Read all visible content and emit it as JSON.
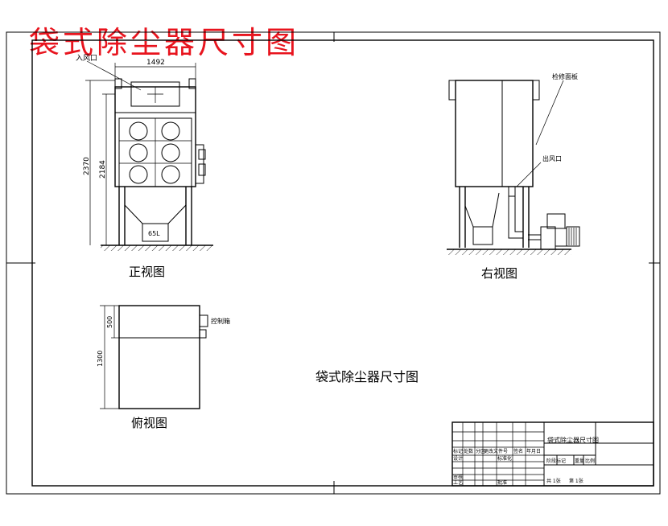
{
  "drawing": {
    "title_red": "袋式除尘器尺寸图",
    "center_title": "袋式除尘器尺寸图",
    "colors": {
      "title_red": "#e8141e",
      "line": "#000000",
      "background": "#ffffff"
    }
  },
  "front_view": {
    "caption": "正视图",
    "inlet_label": "入风口",
    "dim_width": "1492",
    "dim_total_height": "2370",
    "dim_body_height": "2184",
    "hopper_label": "65L"
  },
  "right_view": {
    "caption": "右视图",
    "panel_label": "检修面板",
    "outlet_label": "出风口"
  },
  "top_view": {
    "caption": "俯视图",
    "dim_small": "500",
    "dim_depth": "1300",
    "control_label": "控制箱"
  },
  "title_block": {
    "drawing_name": "袋式除尘器尺寸图",
    "header_cells": [
      "标记",
      "处数",
      "分区",
      "更改文件号",
      "签名",
      "年月日"
    ],
    "design_label": "设计",
    "standardize_label": "标准化",
    "review_label": "审核",
    "process_label": "工艺",
    "approve_label": "批准",
    "stage_label": "阶段标记",
    "weight_label": "重量",
    "scale_label": "比例",
    "sheet_total": "共 1张",
    "sheet_no": "第 1张"
  }
}
